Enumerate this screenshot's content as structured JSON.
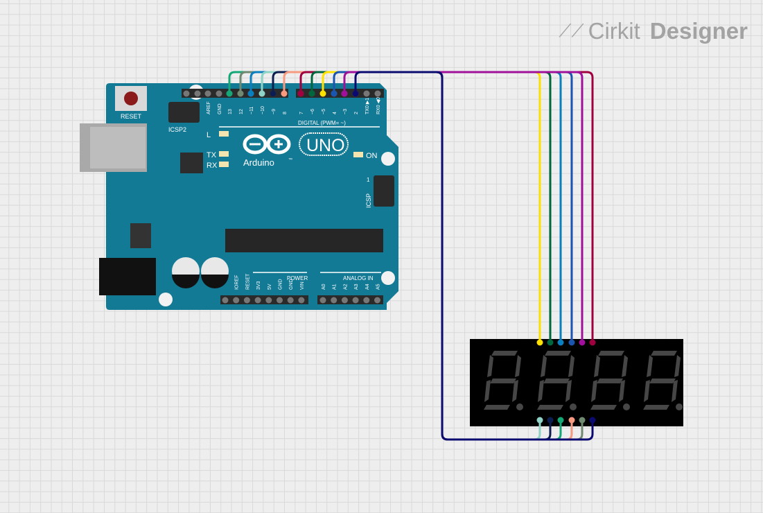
{
  "logo": {
    "brand": "Cirkit",
    "product": "Designer"
  },
  "arduino": {
    "reset_label": "RESET",
    "icsp2_label": "ICSP2",
    "icsp_label": "ICSP",
    "icsp_pin1": "1",
    "led_l": "L",
    "led_tx": "TX",
    "led_rx": "RX",
    "led_on": "ON",
    "brand": "Arduino",
    "model": "UNO",
    "tm": "™",
    "digital_label": "DIGITAL (PWM= ~)",
    "power_label": "POWER",
    "analog_label": "ANALOG IN",
    "top_pins": [
      "AREF",
      "GND",
      "13",
      "12",
      "~11",
      "~10",
      "~9",
      "8",
      "7",
      "~6",
      "~5",
      "4",
      "~3",
      "2",
      "TX0 ▶1",
      "RX0 ◀0"
    ],
    "power_pins": [
      "IOREF",
      "RESET",
      "3V3",
      "5V",
      "GND",
      "GND",
      "VIN"
    ],
    "analog_pins": [
      "A0",
      "A1",
      "A2",
      "A3",
      "A4",
      "A5"
    ]
  },
  "wires": [
    {
      "from": "13",
      "to": "bottom-3",
      "color": "#14a878"
    },
    {
      "from": "12",
      "to": "bottom-5",
      "color": "#6f8a70"
    },
    {
      "from": "11",
      "to": "top-3",
      "color": "#0a7fc0"
    },
    {
      "from": "10",
      "to": "bottom-1",
      "color": "#8fd3c6"
    },
    {
      "from": "9",
      "to": "bottom-2",
      "color": "#0c1e4f"
    },
    {
      "from": "8",
      "to": "bottom-4",
      "color": "#f79a80"
    },
    {
      "from": "7",
      "to": "top-6",
      "color": "#a0003f"
    },
    {
      "from": "6",
      "to": "top-2",
      "color": "#00663e"
    },
    {
      "from": "5",
      "to": "top-1",
      "color": "#ffe100"
    },
    {
      "from": "4",
      "to": "top-4",
      "color": "#1a55b0"
    },
    {
      "from": "3",
      "to": "top-5",
      "color": "#a0109a"
    },
    {
      "from": "2",
      "to": "bottom-6",
      "color": "#0a0a70"
    }
  ],
  "colors": {
    "board": "#137a96",
    "display": "#000000",
    "segment": "#464646"
  }
}
